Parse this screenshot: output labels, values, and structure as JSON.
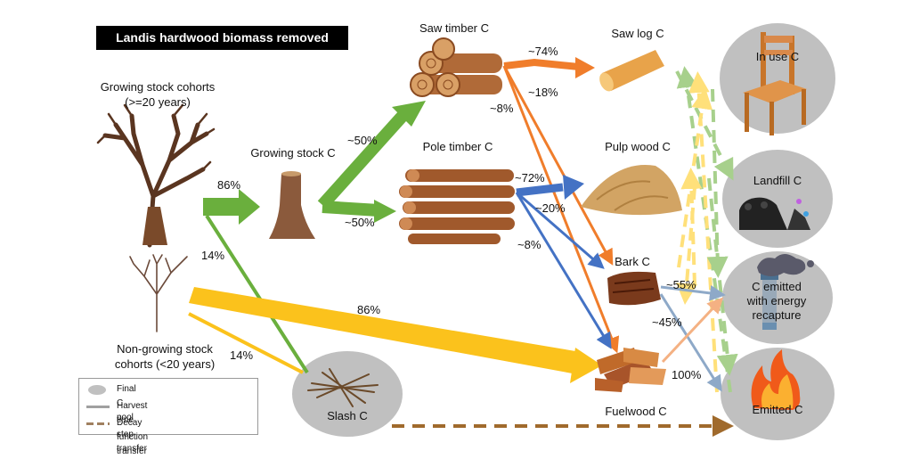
{
  "title": "Landis hardwood biomass removed",
  "colors": {
    "green": "#6aaf3d",
    "orange": "#f07d2b",
    "blue": "#4472c4",
    "yellow": "#fbc21c",
    "pool_gray": "#c0c0c0",
    "decay_green": "#a7d08c",
    "decay_yellow": "#ffe07a",
    "decay_brown": "#a06a2c",
    "peach": "#f4b183",
    "steel": "#8ea9c8"
  },
  "nodes": {
    "growing_cohorts": "Growing stock cohorts\n(>=20 years)",
    "growing_stock_c": "Growing stock C",
    "nongrowing_cohorts": "Non-growing stock\ncohorts (<20 years)",
    "saw_timber_c": "Saw timber C",
    "pole_timber_c": "Pole timber C",
    "saw_log_c": "Saw log C",
    "pulp_wood_c": "Pulp wood C",
    "bark_c": "Bark C",
    "fuelwood_c": "Fuelwood C",
    "slash_c": "Slash C"
  },
  "pools": {
    "in_use": "In use C",
    "landfill": "Landfill C",
    "energy": "C emitted\nwith energy\nrecapture",
    "emitted": "Emitted C"
  },
  "percentages": {
    "cohort_to_stock": "86%",
    "cohort_to_slash": "14%",
    "stock_to_saw": "~50%",
    "stock_to_pole": "~50%",
    "saw_to_sawlog": "~74%",
    "saw_to_bark": "~18%",
    "saw_to_fuel": "~8%",
    "pole_to_pulp": "~72%",
    "pole_to_bark": "~20%",
    "pole_to_fuel": "~8%",
    "nongrowing_to_fuel": "86%",
    "nongrowing_to_slash": "14%",
    "bark_to_energy": "~55%",
    "bark_to_emitted": "~45%",
    "fuel_to_energy": "100%"
  },
  "legend": {
    "final_pool": "Final C pool",
    "harvest": "Harvest time step transfer",
    "decay": "Decay function transfer"
  },
  "icons": [
    "tree-icon",
    "trunk-icon",
    "small-tree-icon",
    "logs-icon",
    "sawlog-icon",
    "pulp-pile-icon",
    "bark-icon",
    "fuelwood-icon",
    "slash-icon",
    "chair-icon",
    "landfill-icon",
    "smokestack-icon",
    "fire-icon"
  ]
}
